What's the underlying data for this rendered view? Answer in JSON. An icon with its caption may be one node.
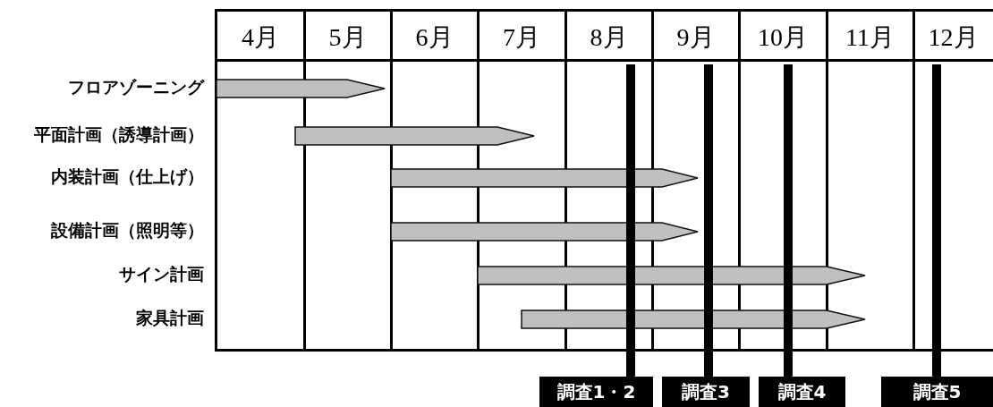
{
  "diagram": {
    "nodes": [
      {
        "text": [
          "調査1・2"
        ]
      },
      {
        "text": [
          "調査3"
        ]
      },
      {
        "text": [
          "調査4"
        ]
      },
      {
        "text": [
          "調査5"
        ]
      },
      {
        "text": [],
        "shape": "bar"
      },
      {
        "text": [],
        "shape": "bar"
      },
      {
        "text": [],
        "shape": "bar"
      },
      {
        "text": [],
        "shape": "bar"
      },
      {
        "text": [],
        "shape": "bar"
      },
      {
        "text": [],
        "shape": "bar"
      }
    ],
    "edges": [
      {
        "from": 0,
        "to": null,
        "arrow": "none"
      },
      {
        "from": 1,
        "to": null,
        "arrow": "none"
      },
      {
        "from": 2,
        "to": null,
        "arrow": "none"
      },
      {
        "from": 3,
        "to": null,
        "arrow": "none"
      }
    ],
    "labels": [
      "4月",
      "5月",
      "6月",
      "7月",
      "8月",
      "9月",
      "10月",
      "11月",
      "12月",
      "フロアゾーニング",
      "平面計画（誘導計画）",
      "内装計画（仕上げ）",
      "設備計画（照明等）",
      "サイン計画",
      "家具計画"
    ]
  }
}
